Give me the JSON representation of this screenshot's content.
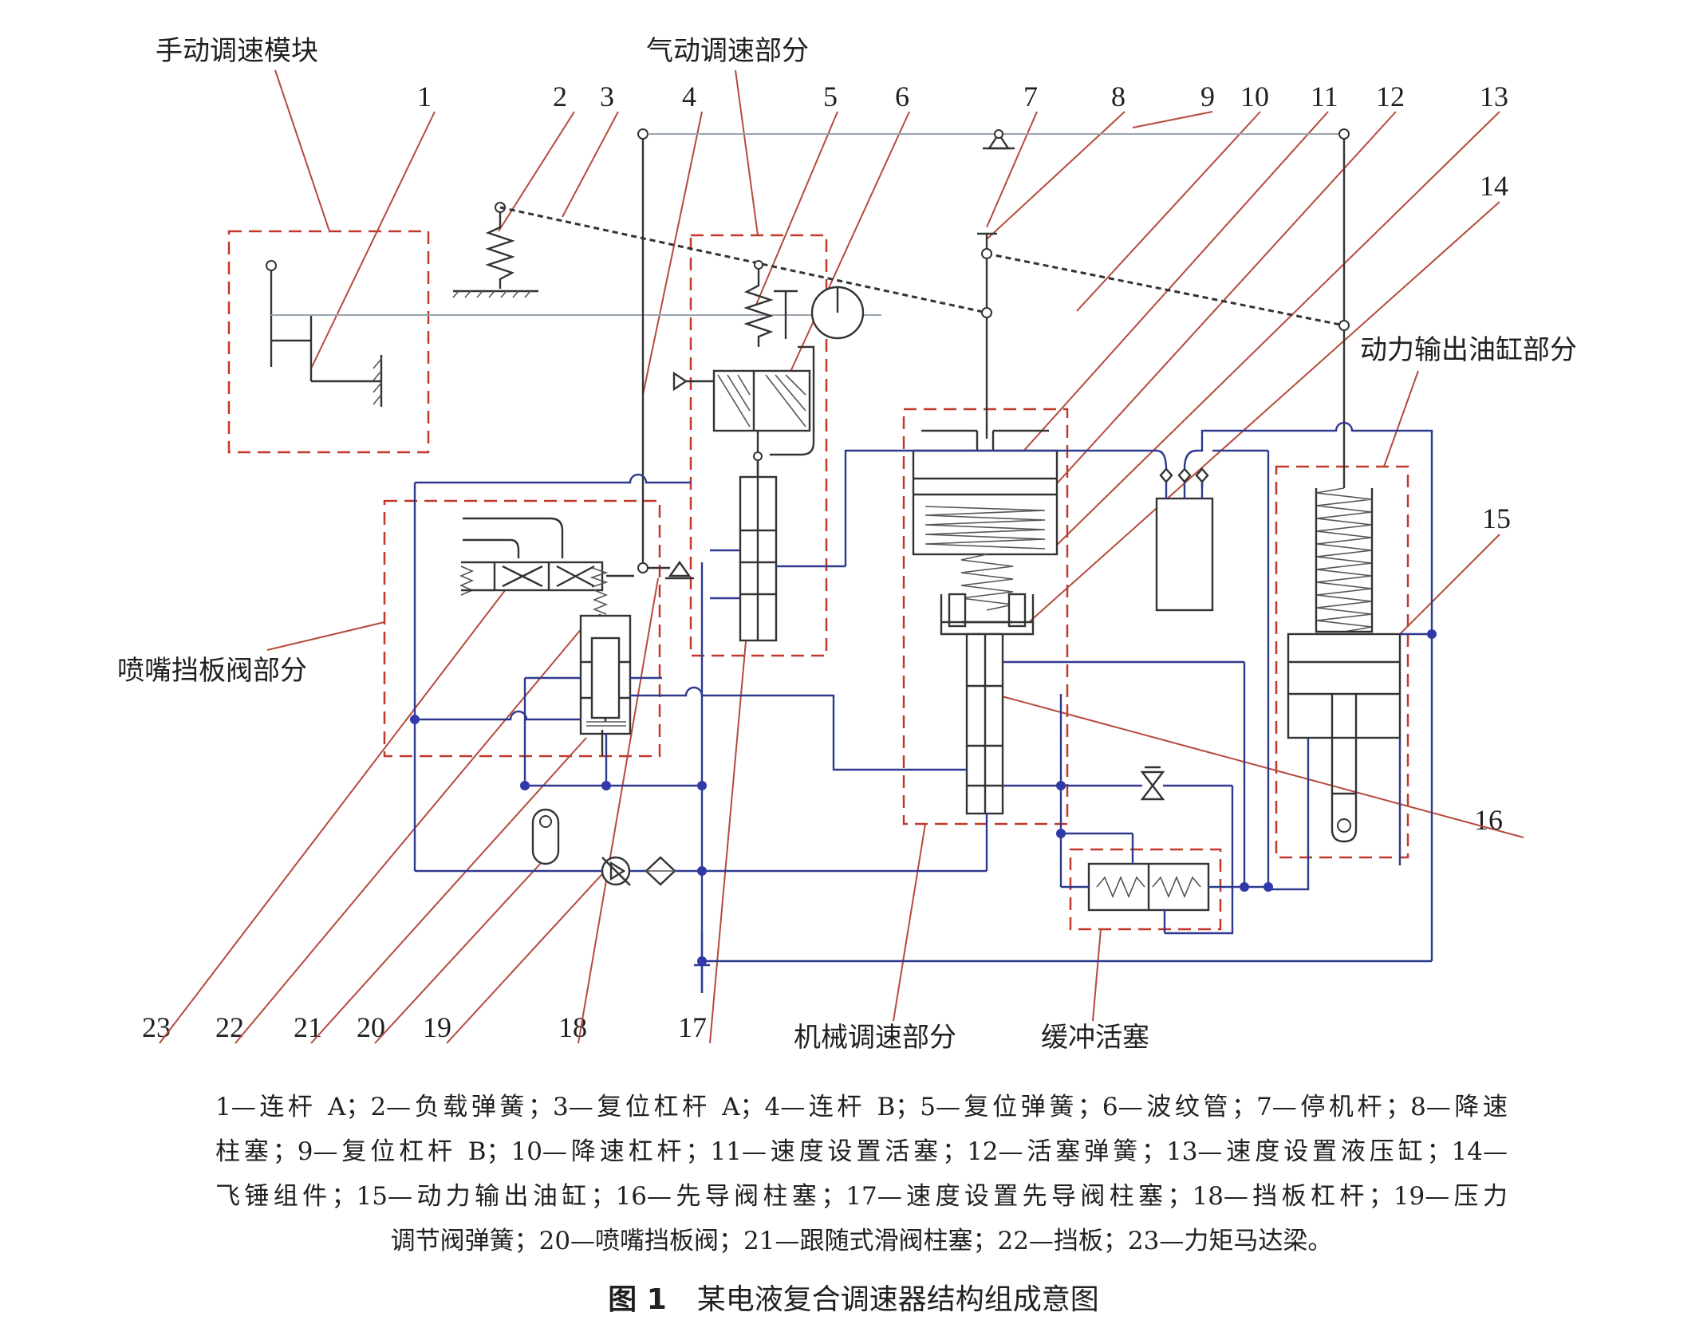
{
  "modules": {
    "manual": "手动调速模块",
    "pneumatic": "气动调速部分",
    "power_cylinder": "动力输出油缸部分",
    "nozzle_flapper": "喷嘴挡板阀部分",
    "mechanical": "机械调速部分",
    "buffer_piston": "缓冲活塞"
  },
  "part_numbers": [
    "1",
    "2",
    "3",
    "4",
    "5",
    "6",
    "7",
    "8",
    "9",
    "10",
    "11",
    "12",
    "13",
    "14",
    "15",
    "16",
    "17",
    "18",
    "19",
    "20",
    "21",
    "22",
    "23"
  ],
  "legend_lines": [
    "1—连杆 A；2—负载弹簧；3—复位杠杆 A；4—连杆 B；5—复位弹簧；6—波纹管；7—停机杆；8—降速",
    "柱塞；9—复位杠杆 B；10—降速杠杆；11—速度设置活塞；12—活塞弹簧；13—速度设置液压缸；14—",
    "飞锤组件；15—动力输出油缸；16—先导阀柱塞；17—速度设置先导阀柱塞；18—挡板杠杆；19—压力",
    "调节阀弹簧；20—喷嘴挡板阀；21—跟随式滑阀柱塞；22—挡板；23—力矩马达梁。"
  ],
  "caption": {
    "figure_no": "图 1",
    "title": "某电液复合调速器结构组成意图"
  },
  "colors": {
    "module_box": "#c0392b",
    "leader_line": "#b54a3c",
    "oil_pipe": "#2f3a8f",
    "junction_dot": "#2f3aa8"
  }
}
